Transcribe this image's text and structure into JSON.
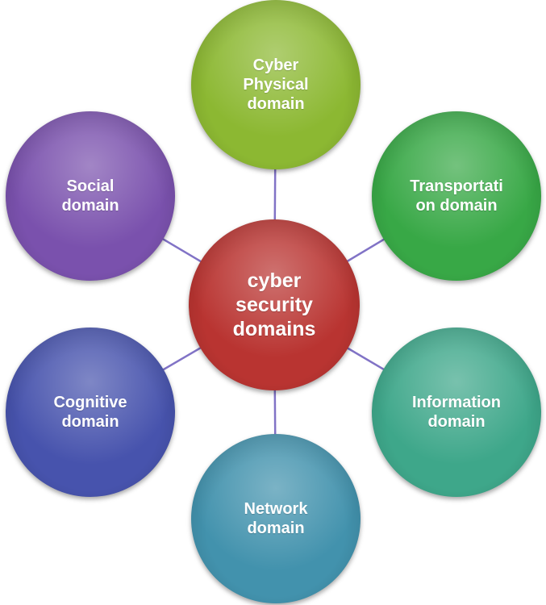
{
  "diagram": {
    "type": "radial-cycle",
    "title": "cyber security domains diagram",
    "connector": {
      "color": "#8173c6",
      "width": "2.5"
    },
    "center": {
      "id": "cyber-security-domains",
      "label": "cyber\nsecurity\ndomains",
      "color": "#b93431"
    },
    "nodes": [
      {
        "id": "cyber-physical",
        "label": "Cyber\nPhysical\ndomain",
        "color": "#8cb832",
        "position": "top"
      },
      {
        "id": "transportation",
        "label": "Transportati\non domain",
        "color": "#38a846",
        "position": "top-right"
      },
      {
        "id": "information",
        "label": "Information\ndomain",
        "color": "#3ea78a",
        "position": "bottom-right"
      },
      {
        "id": "network",
        "label": "Network\ndomain",
        "color": "#4292ad",
        "position": "bottom"
      },
      {
        "id": "cognitive",
        "label": "Cognitive\ndomain",
        "color": "#4753ad",
        "position": "bottom-left"
      },
      {
        "id": "social",
        "label": "Social\ndomain",
        "color": "#7a51ad",
        "position": "top-left"
      }
    ]
  }
}
